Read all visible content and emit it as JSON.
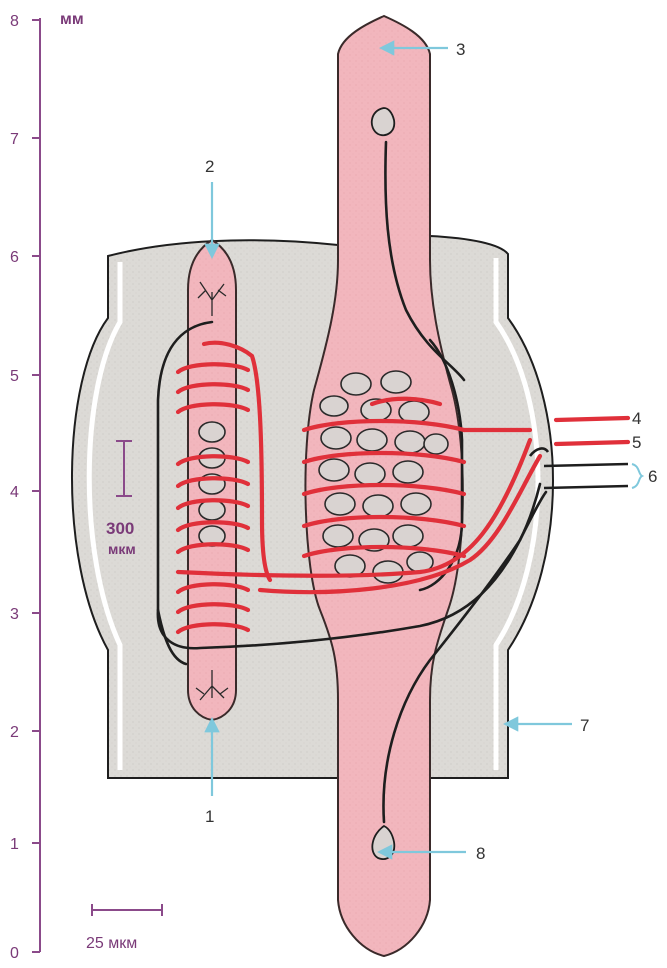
{
  "scale": {
    "unit": "мм",
    "ticks": [
      "0",
      "1",
      "2",
      "3",
      "4",
      "5",
      "6",
      "7",
      "8"
    ],
    "axis_color": "#8b4a8a"
  },
  "scale_bars": {
    "inset_value": "300",
    "inset_unit": "мкм",
    "bottom_label": "25 мкм"
  },
  "callouts": {
    "nuclear_bag_end": "2",
    "nuclear_bag_base": "1",
    "chain_fiber_top": "3",
    "fiber_4": "4",
    "fiber_5": "5",
    "fiber_6": "6",
    "capsule": "7",
    "chain_fiber_bottom": "8"
  },
  "colors": {
    "fiber_pink": "#f2b6bd",
    "fiber_pink_edge": "#3a2a2a",
    "capsule_gray": "#dcdad6",
    "annulospiral_red": "#e0303a",
    "nerve_black": "#1e1e1e",
    "arrow_blue": "#7fc8dc"
  }
}
